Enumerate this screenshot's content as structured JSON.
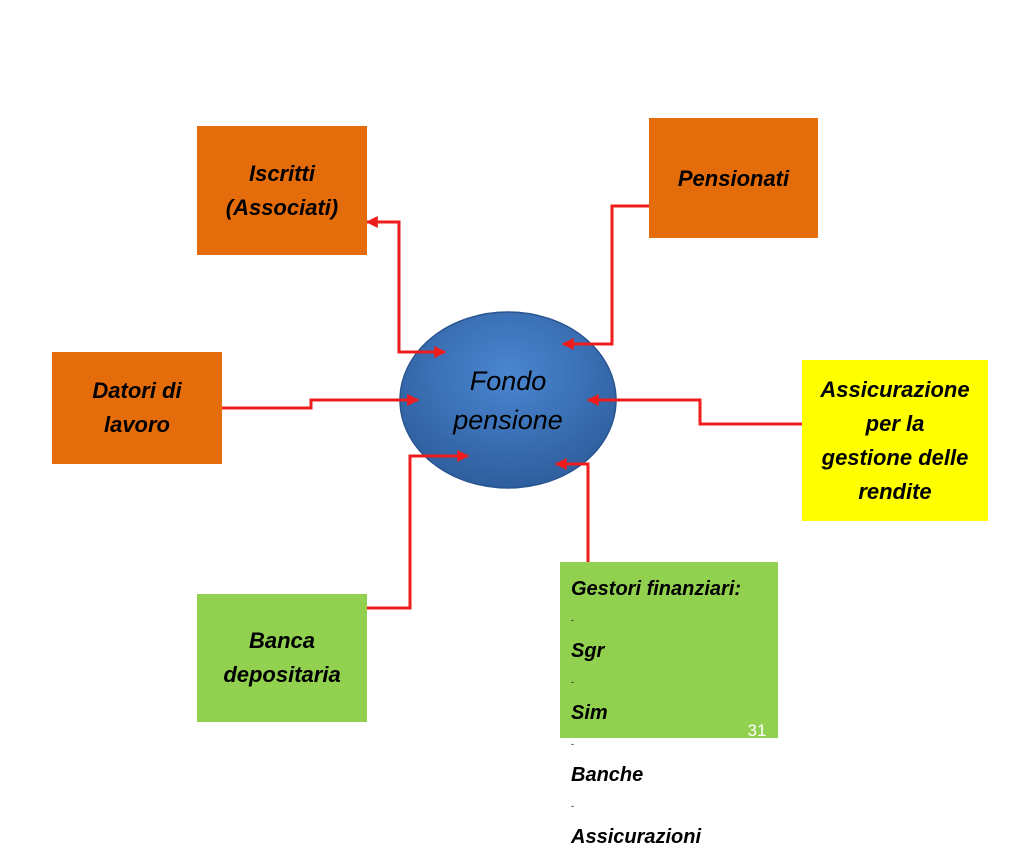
{
  "colors": {
    "orange_box": "#e46c0a",
    "yellow_box": "#ffff00",
    "green_box": "#92d050",
    "ellipse_fill": "#3a6fbd",
    "arrow": "#ee1c1c"
  },
  "center": {
    "line1": "Fondo",
    "line2": "pensione"
  },
  "boxes": {
    "iscritti": {
      "line1": "Iscritti",
      "line2": "(Associati)"
    },
    "pensionati": {
      "line1": "Pensionati"
    },
    "datori": {
      "line1": "Datori di",
      "line2": "lavoro"
    },
    "assicurazione": {
      "line1": "Assicurazione",
      "line2": "per la",
      "line3": "gestione delle",
      "line4": "rendite"
    },
    "banca": {
      "line1": "Banca",
      "line2": "depositaria"
    },
    "gestori": {
      "title": "Gestori finanziari:",
      "items": [
        "Sgr",
        "Sim",
        "Banche",
        "Assicurazioni"
      ]
    }
  },
  "slide_number": "31"
}
